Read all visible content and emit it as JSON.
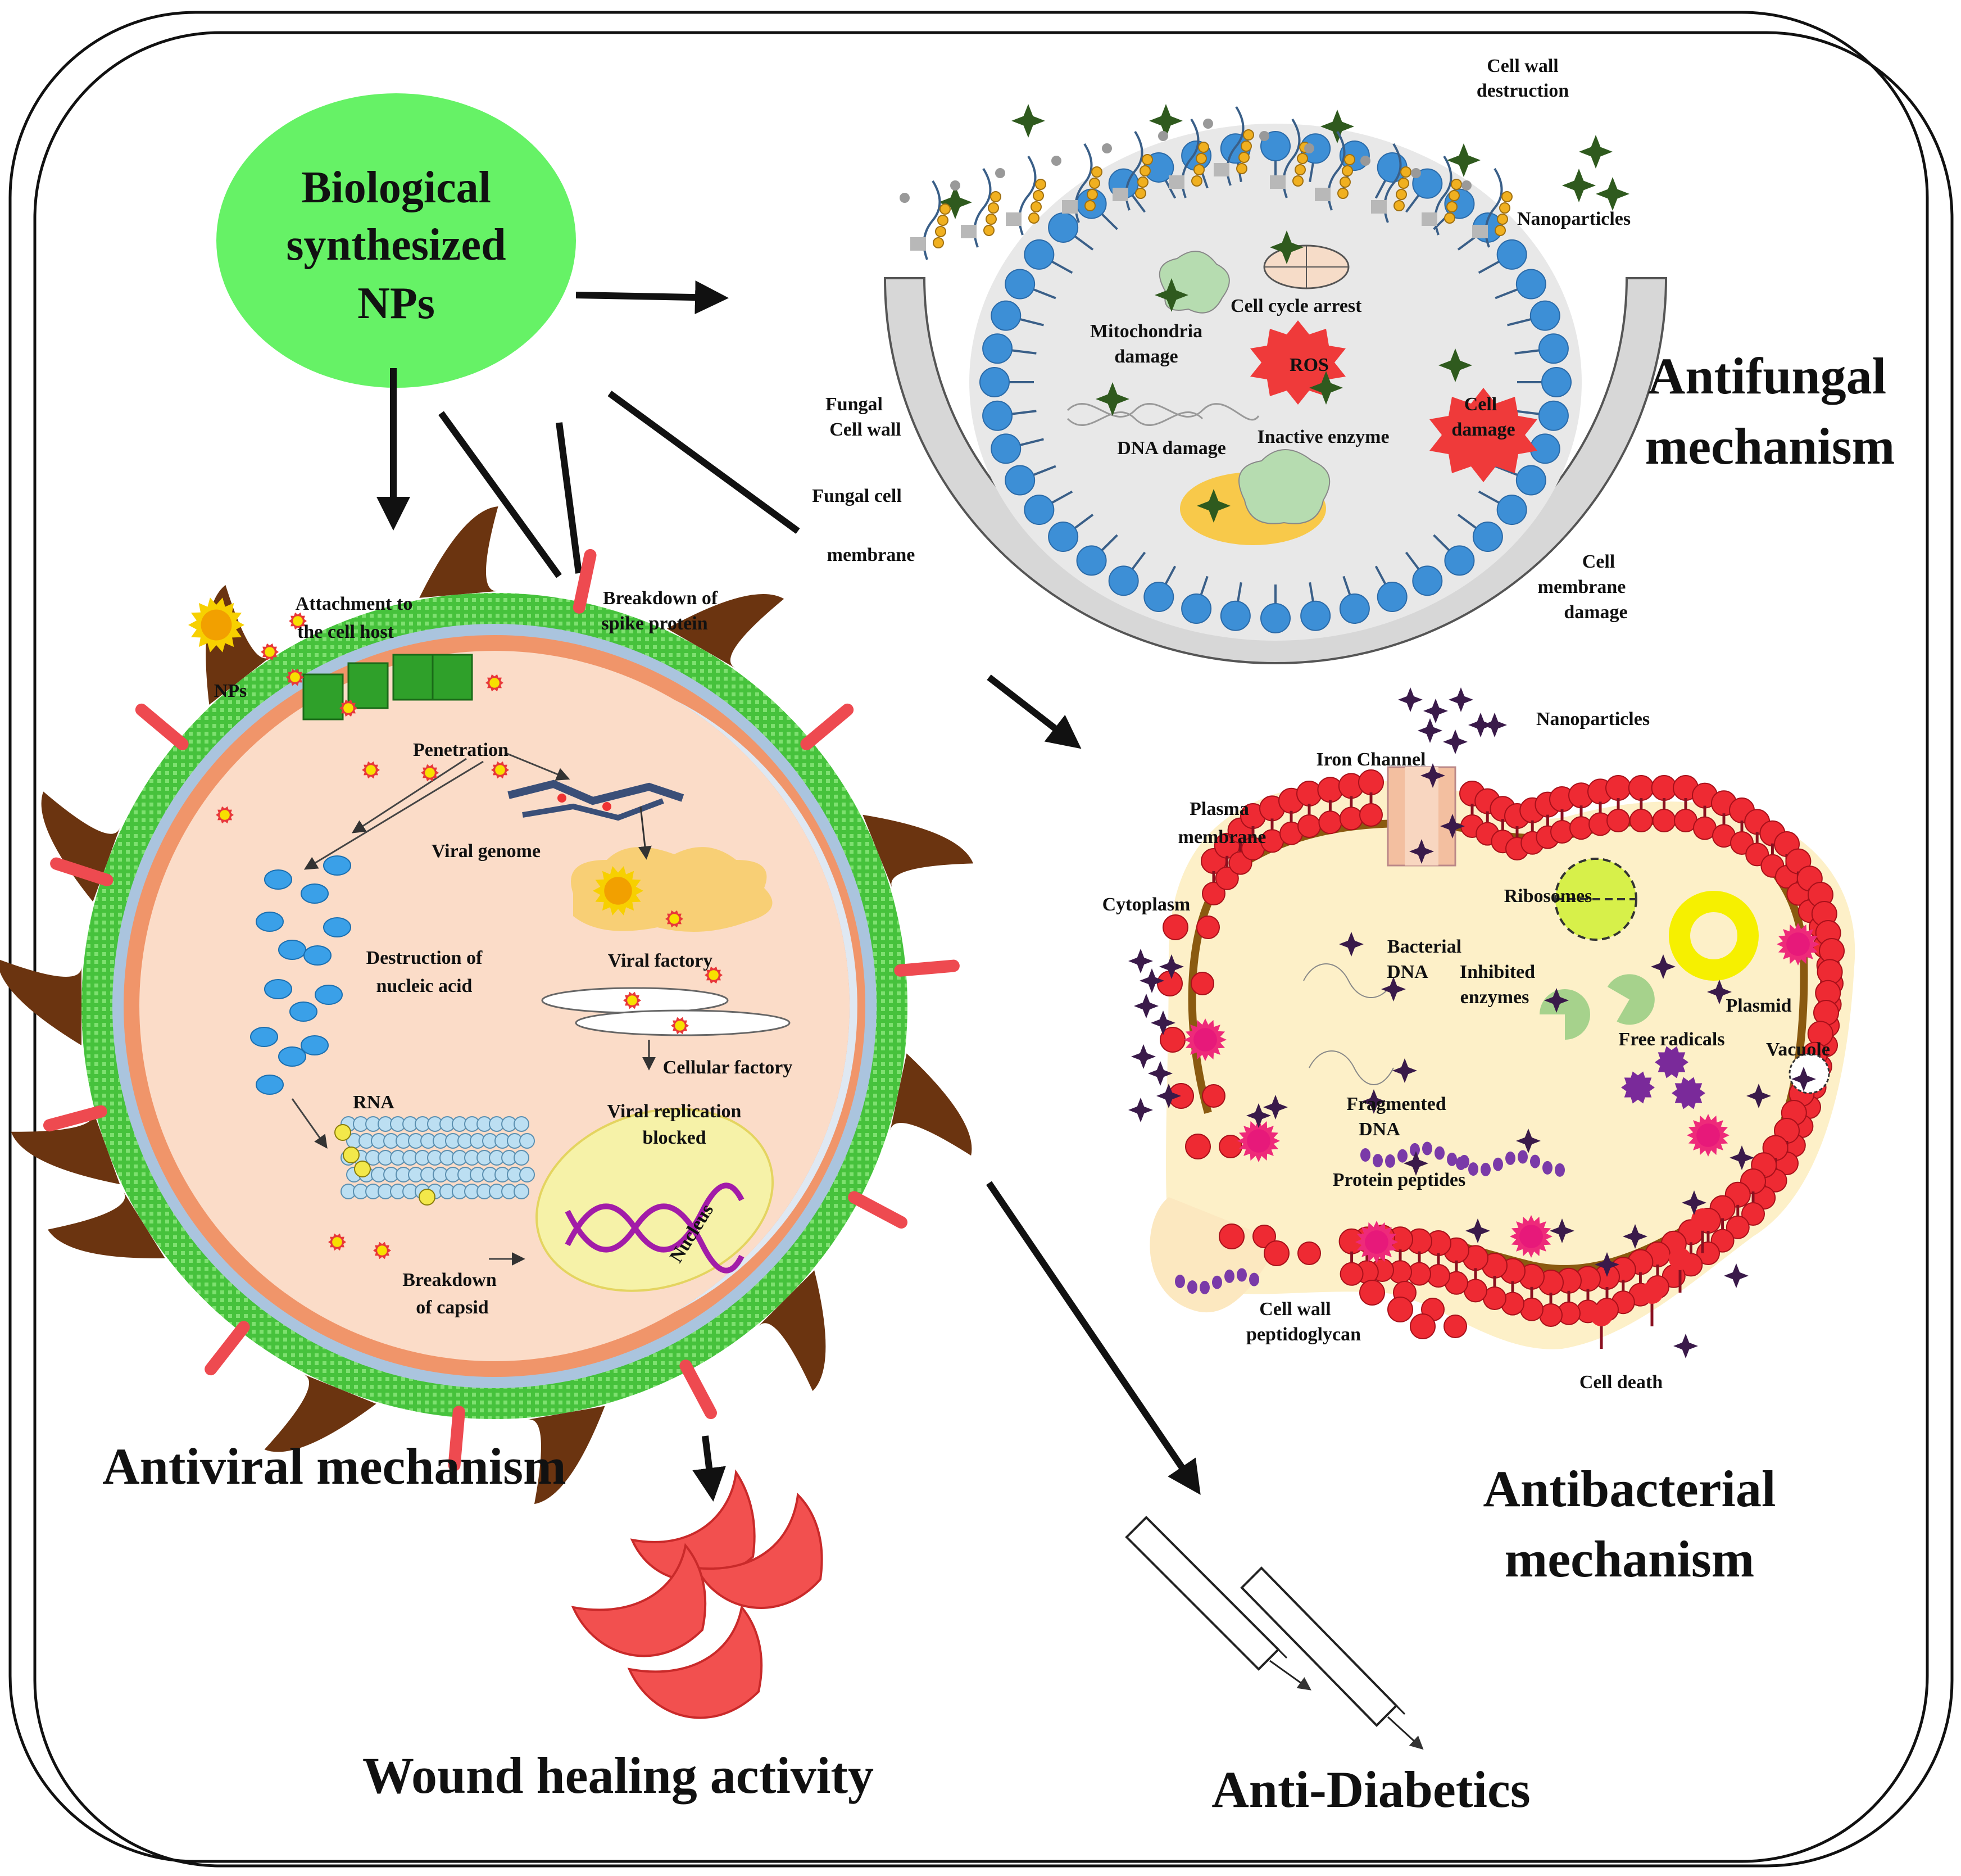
{
  "center": {
    "line1": "Biological",
    "line2": "synthesized",
    "line3": "NPs"
  },
  "titles": {
    "antifungal_1": "Antifungal",
    "antifungal_2": "mechanism",
    "antiviral": "Antiviral mechanism",
    "antibacterial_1": "Antibacterial",
    "antibacterial_2": "mechanism",
    "wound": "Wound healing activity",
    "diabetic": "Anti-Diabetics"
  },
  "fungal": {
    "cell_wall_destruction_1": "Cell wall",
    "cell_wall_destruction_2": "destruction",
    "nanoparticles": "Nanoparticles",
    "cell_cycle_arrest": "Cell cycle arrest",
    "mitochondria_1": "Mitochondria",
    "mitochondria_2": "damage",
    "ros": "ROS",
    "fungal_wall_1": "Fungal",
    "fungal_wall_2": "Cell wall",
    "dna_damage": "DNA damage",
    "inactive_enzyme": "Inactive enzyme",
    "cell_damage_1": "Cell",
    "cell_damage_2": "damage",
    "membrane_1": "Fungal cell",
    "membrane_2": "membrane",
    "cm_damage_1": "Cell",
    "cm_damage_2": "membrane",
    "cm_damage_3": "damage"
  },
  "viral": {
    "attachment_1": "Attachment to",
    "attachment_2": "the cell host",
    "spike_1": "Breakdown of",
    "spike_2": "spike protein",
    "nps": "NPs",
    "penetration": "Penetration",
    "viral_genome": "Viral genome",
    "destruction_1": "Destruction of",
    "destruction_2": "nucleic acid",
    "viral_factory": "Viral factory",
    "cellular_factory": "Cellular factory",
    "rna": "RNA",
    "replication_1": "Viral replication",
    "replication_2": "blocked",
    "nucleus": "Nucleus",
    "capsid_1": "Breakdown",
    "capsid_2": "of capsid"
  },
  "bacterial": {
    "nanoparticles": "Nanoparticles",
    "iron_channel": "Iron Channel",
    "plasma_1": "Plasma",
    "plasma_2": "membrane",
    "cytoplasm": "Cytoplasm",
    "ribosomes": "Ribosomes",
    "bacterial_dna_1": "Bacterial",
    "bacterial_dna_2": "DNA",
    "inhibited_1": "Inhibited",
    "inhibited_2": "enzymes",
    "plasmid": "Plasmid",
    "free_radicals": "Free radicals",
    "vacuole": "Vacuole",
    "fragmented_1": "Fragmented",
    "fragmented_2": "DNA",
    "protein_peptides": "Protein peptides",
    "cell_wall_1": "Cell wall",
    "cell_wall_2": "peptidoglycan",
    "cell_death": "Cell death"
  },
  "colors": {
    "np_green": "#66f266",
    "fungal_bead": "#3d8fd6",
    "bacterial_red": "#ee2a33",
    "spike_brown": "#6b3410",
    "wound_red": "#f2504f"
  }
}
